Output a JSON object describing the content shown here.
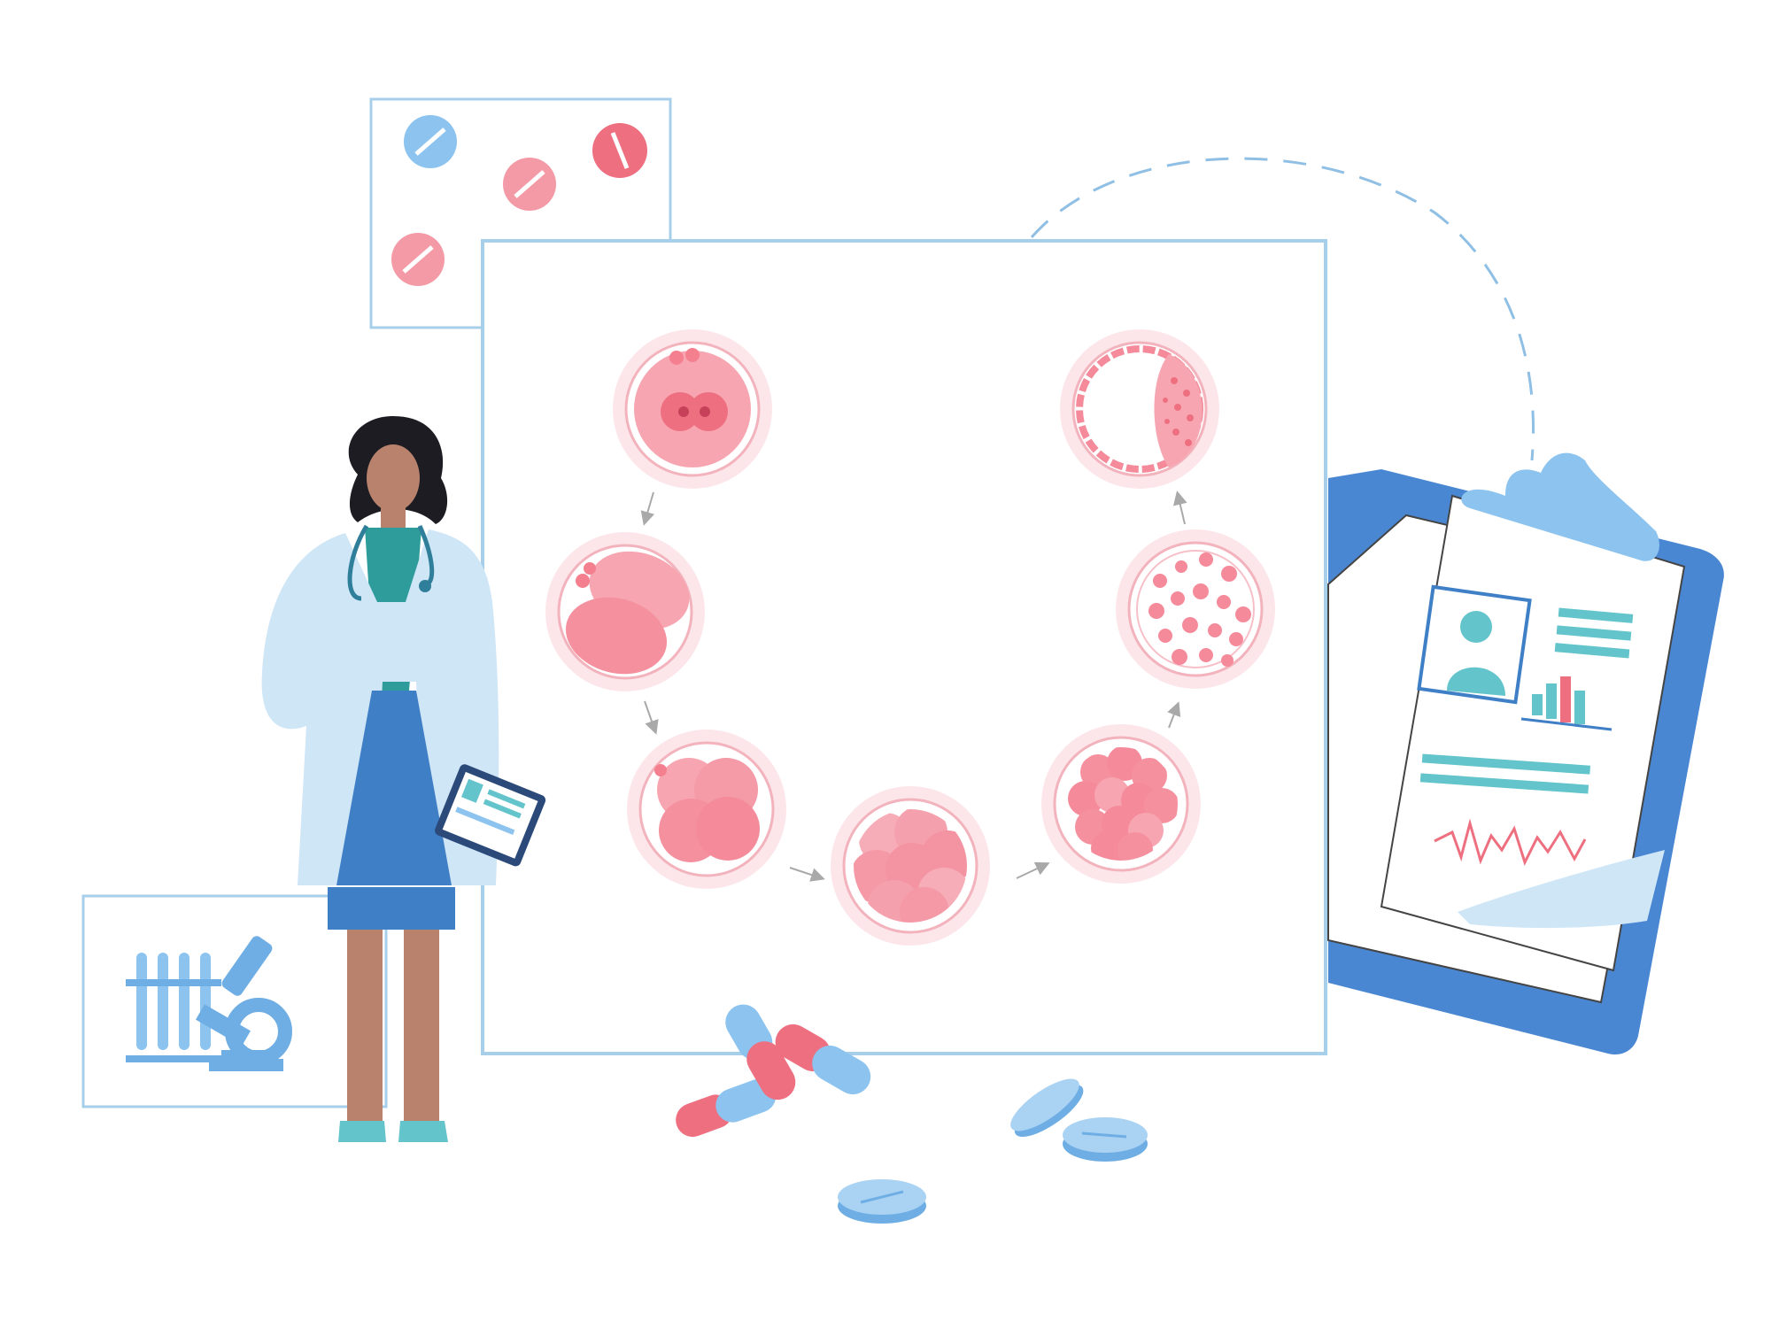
{
  "illustration": {
    "subject": "embryo-development-stages",
    "stages": [
      {
        "id": "zygote",
        "icon": "zygote-icon"
      },
      {
        "id": "two-cell",
        "icon": "two-cell-embryo-icon"
      },
      {
        "id": "four-cell",
        "icon": "four-cell-embryo-icon"
      },
      {
        "id": "eight-cell",
        "icon": "eight-cell-embryo-icon"
      },
      {
        "id": "morula",
        "icon": "morula-icon"
      },
      {
        "id": "early-blastocyst",
        "icon": "early-blastocyst-icon"
      },
      {
        "id": "blastocyst",
        "icon": "blastocyst-icon"
      }
    ],
    "colors": {
      "frame_blue": "#9fc9ea",
      "cell_pink": "#f48a9a",
      "cell_light": "#fbd3d9",
      "pill_red": "#ee6f80",
      "pill_blue": "#8cc3ef",
      "clipboard_blue": "#4a87d3",
      "teal": "#63c4cc",
      "coat": "#cfe6f7",
      "skirt": "#3f7fc6",
      "skin": "#b9826d"
    }
  }
}
